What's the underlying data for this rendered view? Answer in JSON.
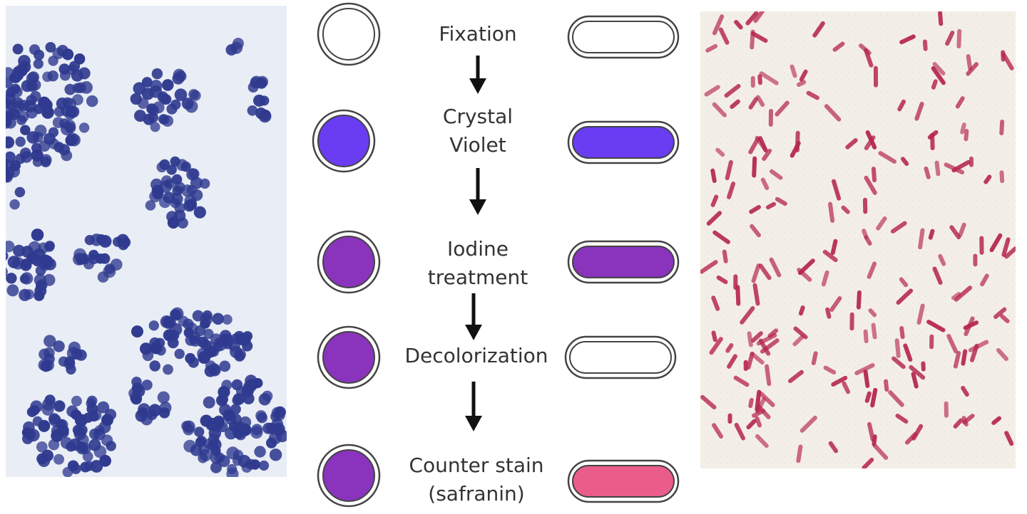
{
  "steps": [
    {
      "label": [
        "Fixation"
      ],
      "gram_positive_color": "#ffffff",
      "gram_negative_color": "#ffffff"
    },
    {
      "label": [
        "Crystal",
        "Violet"
      ],
      "gram_positive_color": "#6a3cf2",
      "gram_negative_color": "#6a3cf2"
    },
    {
      "label": [
        "Iodine",
        "treatment"
      ],
      "gram_positive_color": "#8a33bd",
      "gram_negative_color": "#8a33bd"
    },
    {
      "label": [
        "Decolorization"
      ],
      "gram_positive_color": "#8a33bd",
      "gram_negative_color": "#ffffff"
    },
    {
      "label": [
        "Counter stain",
        "(safranin)"
      ],
      "gram_positive_color": "#8a33bd",
      "gram_negative_color": "#ea5d8b"
    }
  ],
  "colors": {
    "outline": "#444444",
    "arrow": "#111111",
    "micrograph_left_background": "#e9edf5",
    "cocci_stain": "#2f3a8f",
    "micrograph_right_background": "#f4efe6",
    "rod_stain": "#b5264e"
  },
  "micrographs": {
    "left": "gram-positive-cocci-micrograph",
    "right": "gram-negative-rods-micrograph"
  }
}
